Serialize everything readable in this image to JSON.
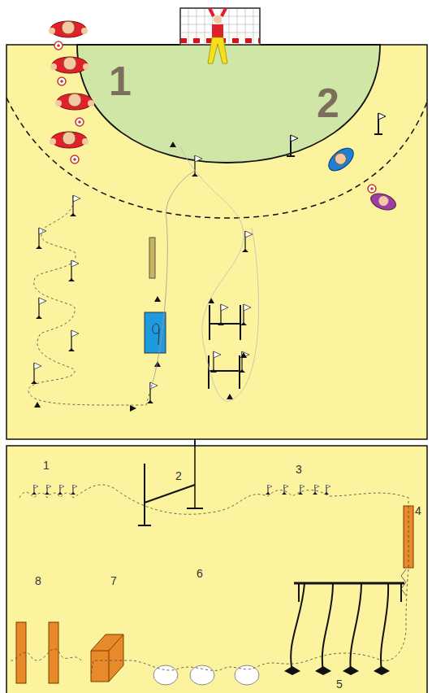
{
  "diagram": {
    "labels": [
      "1",
      "2",
      "1",
      "2",
      "3",
      "4",
      "5",
      "6",
      "7",
      "8"
    ]
  }
}
